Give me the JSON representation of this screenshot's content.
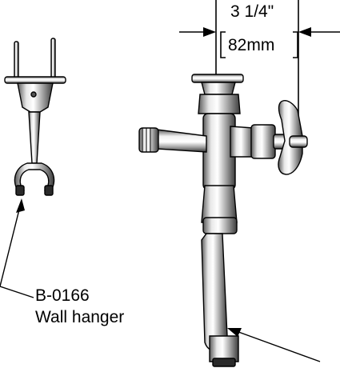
{
  "dimension": {
    "imperial": "3 1/4\"",
    "metric": "82mm"
  },
  "callout": {
    "part_number": "B-0166",
    "description": "Wall hanger"
  },
  "colors": {
    "line": "#000000",
    "metal_light": "#f2f2f2",
    "metal_mid": "#b8b8b8",
    "metal_dark": "#4a4a4a",
    "rubber": "#222222"
  }
}
